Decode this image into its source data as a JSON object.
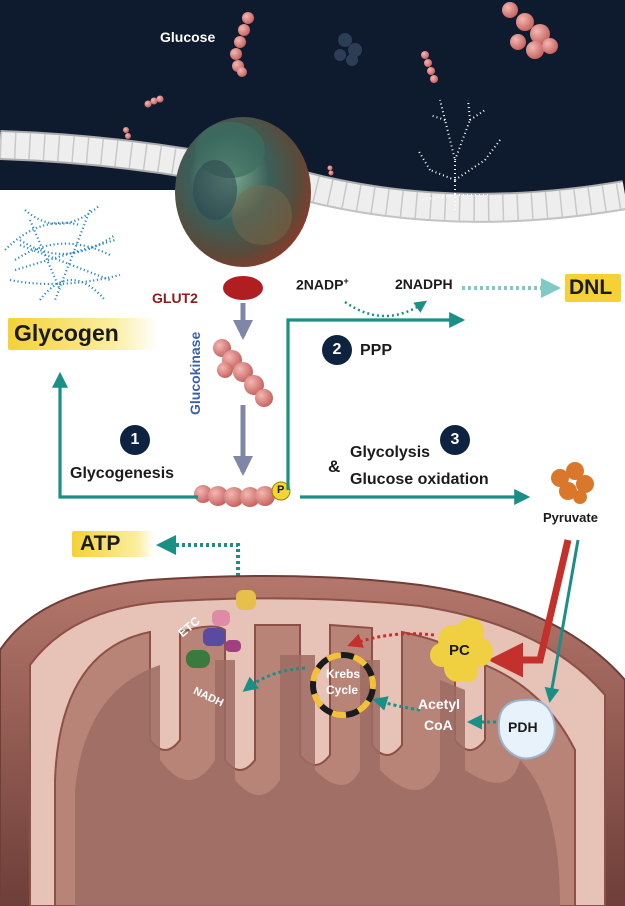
{
  "labels": {
    "glucose": "Glucose",
    "glut2": "GLUT2",
    "glycogen": "Glycogen",
    "glucokinase": "Glucokinase",
    "phosphate": "P",
    "nadp": "2NADP",
    "nadp_sup": "+",
    "nadph": "2NADPH",
    "dnl": "DNL",
    "ppp": "PPP",
    "glycogenesis": "Glycogenesis",
    "ampersand": "&",
    "glycolysis": "Glycolysis",
    "glucose_oxidation": "Glucose oxidation",
    "pyruvate": "Pyruvate",
    "atp": "ATP",
    "etc": "ETC",
    "nadh": "NADH",
    "krebs_line1": "Krebs",
    "krebs_line2": "Cycle",
    "acetyl": "Acetyl",
    "coa": "CoA",
    "pc": "PC",
    "pdh": "PDH"
  },
  "steps": [
    "1",
    "2",
    "3"
  ],
  "colors": {
    "cell_exterior": "#0e1a2e",
    "membrane": "#e2e2e2",
    "teal_arrow": "#1a8f86",
    "highlight": "#f5d135",
    "glut2_text": "#8b1c1c",
    "glucokinase_text": "#3e5fa8",
    "step_circle": "#0e2340",
    "mitochondrion": "#a66a61",
    "pc_enzyme": "#f0cf40",
    "red_arrow": "#c4302b"
  }
}
